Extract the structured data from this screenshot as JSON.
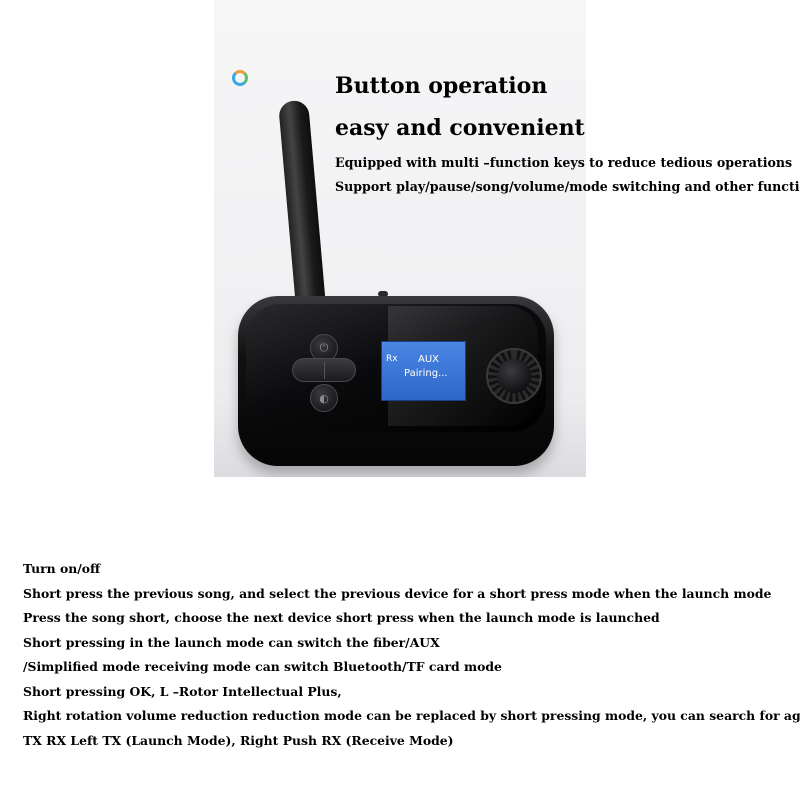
{
  "heading": {
    "line1": "Button operation",
    "line2": "easy and convenient"
  },
  "subheading": {
    "line1": "Equipped with multi –function keys to reduce tedious operations",
    "line2": "Support play/pause/song/volume/mode switching and other functions"
  },
  "device_screen": {
    "mode": "Rx",
    "source": "AUX",
    "status": "Pairing..."
  },
  "icons": {
    "loading": "loading-spinner-icon",
    "power": "power-icon",
    "ok": "ok-icon"
  },
  "colors": {
    "screen_blue": "#3b74d6",
    "device_body": "#0b0b0d",
    "text": "#000000"
  },
  "description": [
    "Turn on/off",
    "Short press the previous song, and select the previous device for a short press mode when the launch mode",
    "Press the song short, choose the next device short press when the launch mode is launched",
    "Short pressing in the launch mode can switch the fiber/AUX",
    "/Simplified mode receiving mode can switch Bluetooth/TF card mode",
    "Short pressing OK, L –Rotor Intellectual Plus,",
    "Right rotation volume reduction reduction mode can be replaced by short pressing mode, you can search for again",
    "TX RX Left TX (Launch Mode), Right Push RX (Receive Mode)"
  ]
}
